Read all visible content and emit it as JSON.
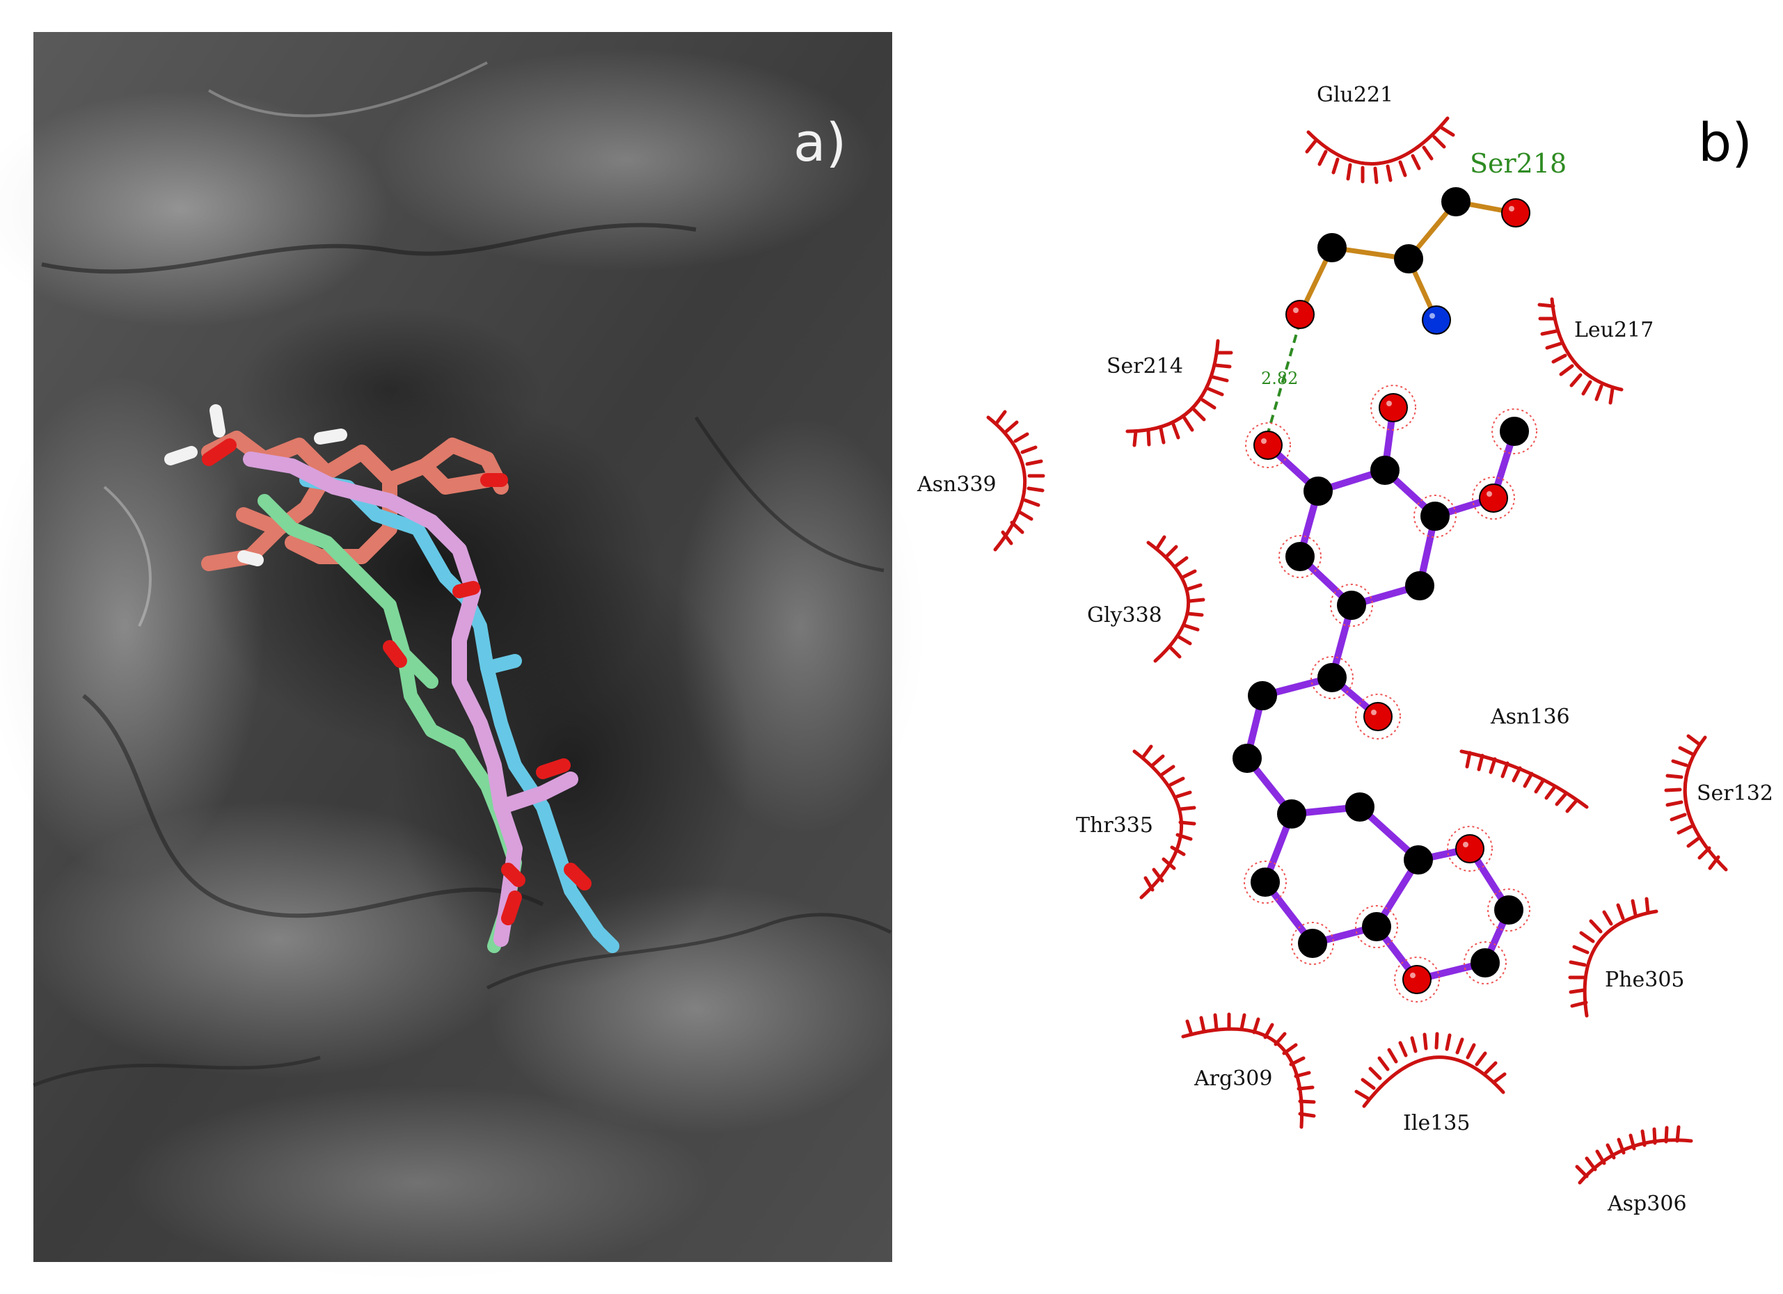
{
  "panels": {
    "a_label": "a)",
    "b_label": "b)"
  },
  "colors": {
    "ligand_bond": "#8a2be2",
    "residue_bond": "#c8861a",
    "carbon": "#000000",
    "oxygen": "#e00000",
    "nitrogen": "#0033dd",
    "hydrophobic_arc": "#cc1111",
    "hbond": "#2e8b22",
    "surface": "#4a4a4a",
    "pose_colors": [
      "#e07a6a",
      "#7fd79a",
      "#66c8e6",
      "#d9a0dc"
    ]
  },
  "hbond": {
    "residue": "Ser218",
    "distance": "2.82"
  },
  "residues": {
    "glu221": "Glu221",
    "leu217": "Leu217",
    "ser214": "Ser214",
    "asn339": "Asn339",
    "gly338": "Gly338",
    "asn136": "Asn136",
    "ser132": "Ser132",
    "thr335": "Thr335",
    "phe305": "Phe305",
    "arg309": "Arg309",
    "ile135": "Ile135",
    "asp306": "Asp306"
  }
}
